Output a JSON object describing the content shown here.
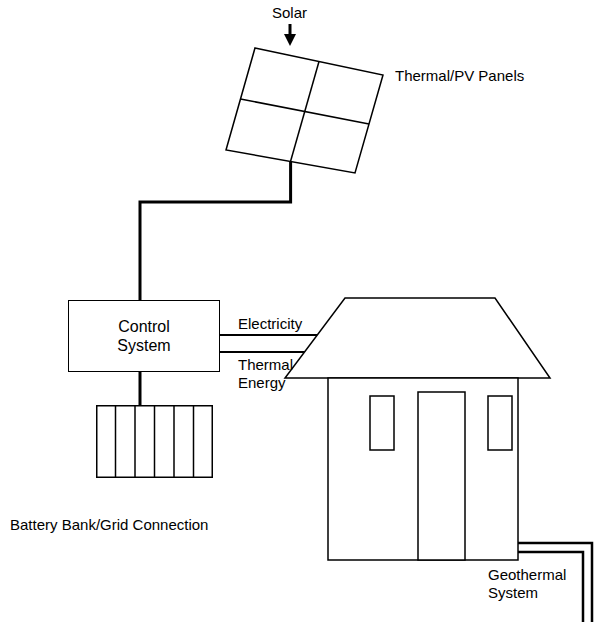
{
  "diagram": {
    "nodes": [
      {
        "text": [
          "Thermal/PV Panels"
        ]
      },
      {
        "text": [
          "Control System"
        ]
      },
      {
        "text": [
          "Battery Bank/Grid Connection"
        ]
      }
    ],
    "edges": [
      {
        "from": 0,
        "to": 1,
        "arrow": "none"
      },
      {
        "from": 1,
        "to": 2,
        "arrow": "none"
      }
    ],
    "labels": [
      "Solar",
      "Electricity",
      "Thermal Energy",
      "Geothermal System"
    ]
  }
}
